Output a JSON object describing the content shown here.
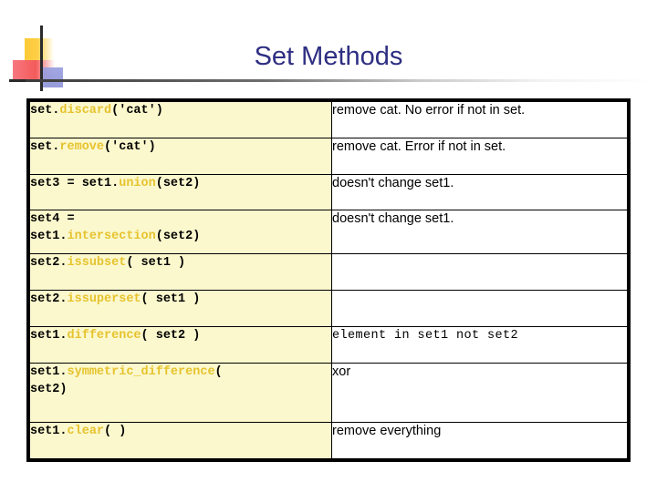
{
  "slide": {
    "title": "Set Methods",
    "title_color": "#2e2e82",
    "background": "#ffffff"
  },
  "decoration": {
    "gold_square_color": "#fdc935",
    "red_square_color": "#f35b5b",
    "blue_square_color": "#9aa0e0",
    "rule_color": "#3a3a3a"
  },
  "table": {
    "left_cell_bg": "#fbf8cd",
    "right_cell_bg": "#ffffff",
    "keyword_color": "#e6c32e",
    "rows": [
      {
        "code_pre": "set.",
        "code_kw": "discard",
        "code_post": "('cat')",
        "code_pre2": "",
        "desc": "remove cat. No error if not in set.",
        "desc_mono": false
      },
      {
        "code_pre": "set.",
        "code_kw": "remove",
        "code_post": "('cat')",
        "code_pre2": "",
        "desc": "remove cat. Error if not in set.",
        "desc_mono": false
      },
      {
        "code_pre": "set3 = set1.",
        "code_kw": "union",
        "code_post": "(set2)",
        "code_pre2": "",
        "desc": "doesn't change set1.",
        "desc_mono": false
      },
      {
        "code_pre": "set4 =",
        "code_pre2": "set1.",
        "code_kw": "intersection",
        "code_post": "(set2)",
        "desc": "doesn't change set1.",
        "desc_mono": false
      },
      {
        "code_pre": "set2.",
        "code_kw": "issubset",
        "code_post": "( set1 )",
        "code_pre2": "",
        "desc": "",
        "desc_mono": false
      },
      {
        "code_pre": "set2.",
        "code_kw": "issuperset",
        "code_post": "( set1 )",
        "code_pre2": "",
        "desc": "",
        "desc_mono": false
      },
      {
        "code_pre": "set1.",
        "code_kw": "difference",
        "code_post": "( set2 )",
        "code_pre2": "",
        "desc": "element in set1 not set2",
        "desc_mono": true
      },
      {
        "code_pre": "set1.",
        "code_kw": "symmetric_difference",
        "code_post": "(",
        "code_post2": "set2)",
        "code_pre2": "",
        "desc": "xor",
        "desc_mono": false
      },
      {
        "code_pre": "set1.",
        "code_kw": "clear",
        "code_post": "( )",
        "code_pre2": "",
        "desc": "remove everything",
        "desc_mono": false
      }
    ]
  }
}
